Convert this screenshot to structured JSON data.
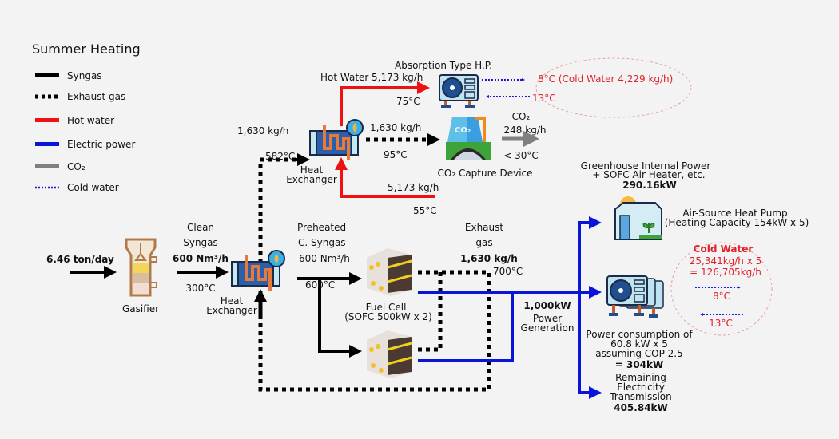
{
  "title": "Summer Heating",
  "legend": [
    {
      "label": "Syngas",
      "style": "solid",
      "color": "#000000"
    },
    {
      "label": "Exhaust gas",
      "style": "dotted-thick",
      "color": "#000000"
    },
    {
      "label": "Hot water",
      "style": "solid",
      "color": "#ee1111"
    },
    {
      "label": "Electric power",
      "style": "solid",
      "color": "#0a14d8"
    },
    {
      "label": "CO₂",
      "style": "solid",
      "color": "#808080"
    },
    {
      "label": "Cold water",
      "style": "dotted-thin",
      "color": "#1a1ad8"
    }
  ],
  "colors": {
    "syngas": "#000000",
    "exhaust": "#000000",
    "hot_water": "#ee1111",
    "power": "#0a14d8",
    "co2": "#808080",
    "cold_water": "#1a1ad8",
    "annotation_red": "#e0202a"
  },
  "feed": {
    "rate": "6.46 ton/day"
  },
  "gasifier": {
    "label": "Gasifier"
  },
  "clean_syngas": {
    "line1": "Clean",
    "line2": "Syngas",
    "flow": "600 Nm³/h",
    "temp": "300°C"
  },
  "heat_exchanger_1": {
    "line1": "Heat",
    "line2": "Exchanger"
  },
  "preheated": {
    "line1": "Preheated",
    "line2": "C. Syngas",
    "flow": "600 Nm³/h",
    "temp": "600°C"
  },
  "fuel_cell": {
    "line1": "Fuel Cell",
    "line2": "(SOFC 500kW x 2)"
  },
  "exhaust": {
    "line1": "Exhaust",
    "line2": "gas",
    "flow": "1,630 kg/h",
    "temp": "700°C"
  },
  "power_gen": {
    "value": "1,000kW",
    "line1": "Power",
    "line2": "Generation"
  },
  "heat_exchanger_2": {
    "line1": "Heat",
    "line2": "Exchanger",
    "in_flow": "1,630 kg/h",
    "in_temp": "582°C",
    "out_flow": "1,630 kg/h",
    "out_temp": "95°C"
  },
  "hot_water": {
    "label": "Hot Water",
    "supply_flow": "5,173 kg/h",
    "supply_temp": "75°C",
    "return_flow": "5,173 kg/h",
    "return_temp": "55°C"
  },
  "absorption_hp": {
    "label": "Absorption Type H.P.",
    "cold_out": "8°C (Cold Water 4,229 kg/h)",
    "cold_in": "13°C"
  },
  "co2_capture": {
    "label": "CO₂ Capture Device",
    "co2_label": "CO₂",
    "co2_flow": "248 kg/h",
    "co2_temp": "< 30°C",
    "icon_text": "CO₂"
  },
  "greenhouse": {
    "line1": "Greenhouse Internal Power",
    "line2": "+ SOFC Air Heater, etc.",
    "value": "290.16kW"
  },
  "ashp": {
    "line1": "Air-Source Heat Pump",
    "line2": "(Heating Capacity 154kW x 5)",
    "cold_title": "Cold Water",
    "cold_l2": "25,341kg/h x 5",
    "cold_l3": "= 126,705kg/h",
    "out_temp": "8°C",
    "in_temp": "13°C",
    "pc1": "Power consumption of",
    "pc2": "60.8 kW x 5",
    "pc3": "assuming COP 2.5",
    "pc4": "= 304kW"
  },
  "remaining": {
    "line1": "Remaining",
    "line2": "Electricity",
    "line3": "Transmission",
    "value": "405.84kW"
  }
}
